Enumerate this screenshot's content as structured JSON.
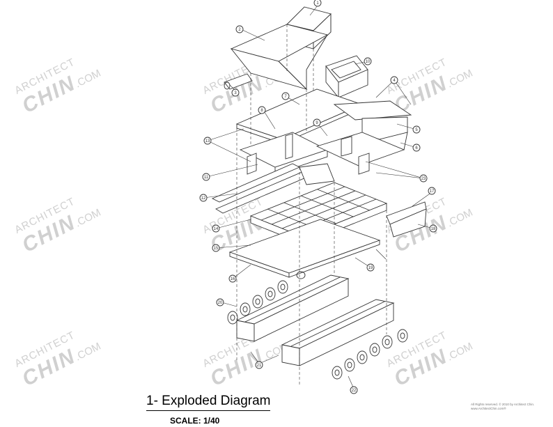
{
  "title": "1- Exploded Diagram",
  "scale": "SCALE: 1/40",
  "watermark": {
    "prefix": "ARCHITECT",
    "brand": "CHIN",
    "suffix": ".COM"
  },
  "copyright": {
    "line1": "All Rights reserved. © 2010 by Architect Chin.",
    "line2": "www.ArchitectChin.com®"
  },
  "callouts": [
    "1",
    "2",
    "3",
    "4",
    "5",
    "6",
    "7",
    "8",
    "9",
    "10",
    "11",
    "12",
    "13",
    "14",
    "15",
    "16",
    "17",
    "18",
    "19",
    "20",
    "21",
    "22",
    "23"
  ],
  "colors": {
    "line": "#333333",
    "watermark": "#d0d0d0"
  }
}
